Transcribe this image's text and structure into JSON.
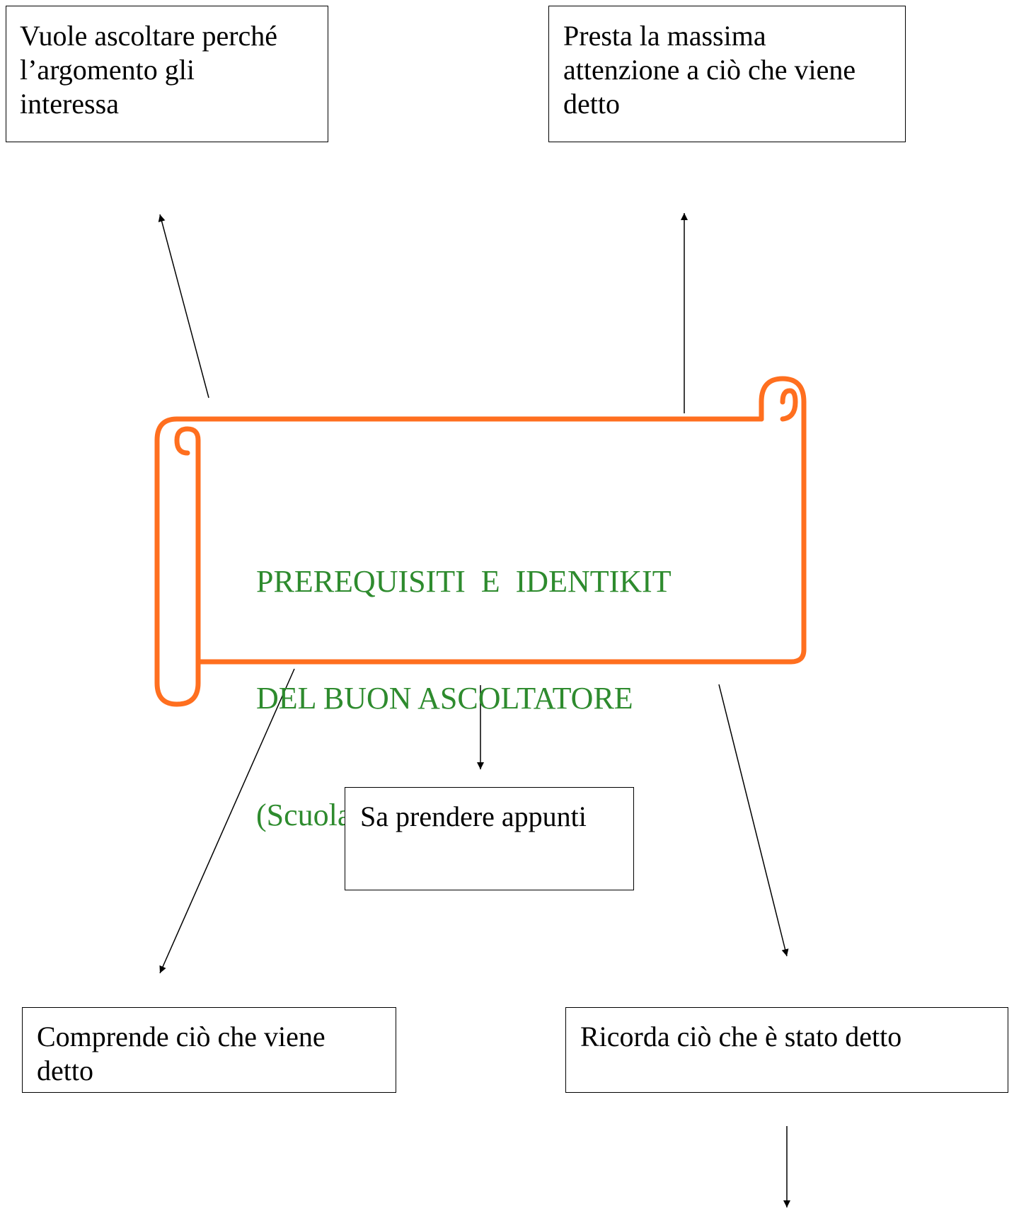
{
  "colors": {
    "scroll_stroke": "#FF6F1F",
    "title_text": "#2E8B2E",
    "arrow": "#000000"
  },
  "scroll": {
    "title_line1": "PREREQUISITI  E  IDENTIKIT",
    "title_line2": "DEL BUON ASCOLTATORE",
    "title_line3": "(Scuola Second. Primo grado)"
  },
  "boxes": {
    "top_left": "Vuole ascoltare perché\nl’argomento gli\ninteressa",
    "top_right": "Presta la massima\nattenzione a ciò che viene\ndetto",
    "center": "Sa prendere  appunti",
    "bottom_left": "Comprende ciò che viene\ndetto",
    "bottom_right": "Ricorda ciò che è stato detto"
  }
}
